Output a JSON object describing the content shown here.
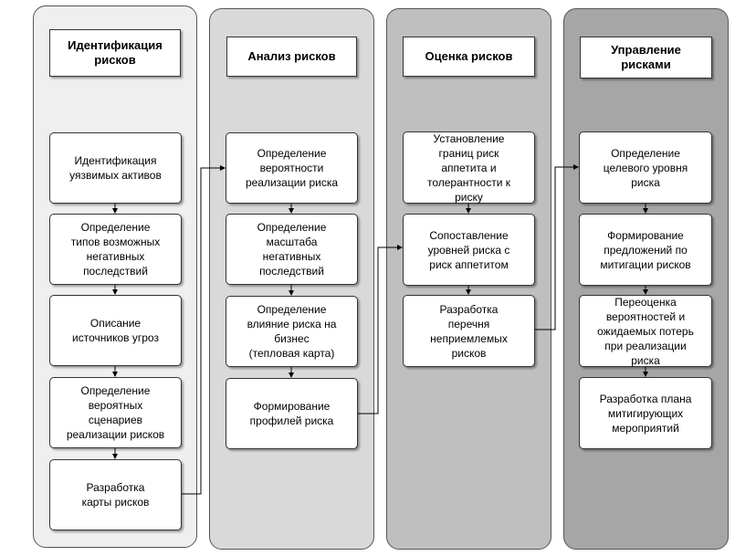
{
  "columns": [
    {
      "title": "Идентификация\nрисков",
      "color": "#efefef",
      "steps": [
        "Идентификация\nуязвимых активов",
        "Определение\nтипов возможных\nнегативных\nпоследствий",
        "Описание\nисточников угроз",
        "Определение\nвероятных\nсценариев\nреализации рисков",
        "Разработка\nкарты рисков"
      ]
    },
    {
      "title": "Анализ рисков",
      "color": "#d9d9d9",
      "steps": [
        "Определение\nвероятности\nреализации риска",
        "Определение\nмасштаба\nнегативных\nпоследствий",
        "Определение\nвлияние риска на\nбизнес\n(тепловая карта)",
        "Формирование\nпрофилей риска"
      ]
    },
    {
      "title": "Оценка рисков",
      "color": "#bfbfbf",
      "steps": [
        "Установление\nграниц риск\nаппетита и\nтолерантности к\nриску",
        "Сопоставление\nуровней риска с\nриск аппетитом",
        "Разработка\nперечня\nнеприемлемых\nрисков"
      ]
    },
    {
      "title": "Управление\nрисками",
      "color": "#a6a6a6",
      "steps": [
        "Определение\nцелевого уровня\nриска",
        "Формирование\nпредложений по\nмитигации рисков",
        "Переоценка\nвероятностей и\nожидаемых потерь\nпри реализации\nриска",
        "Разработка плана\nмитигирующих\nмероприятий"
      ]
    }
  ]
}
